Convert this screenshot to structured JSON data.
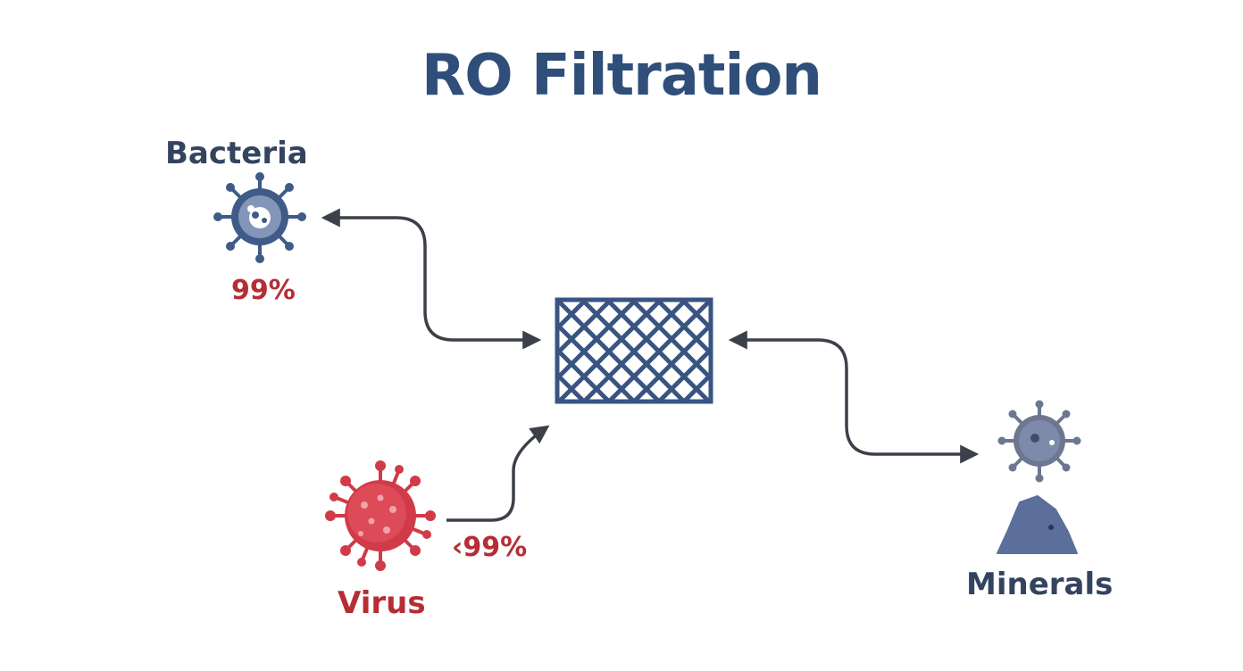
{
  "title": "RO Filtration",
  "nodes": {
    "bacteria": {
      "label": "Bacteria",
      "removal": "99%",
      "icon": "bacteria-icon"
    },
    "virus": {
      "label": "Virus",
      "removal": "‹99%",
      "icon": "virus-icon"
    },
    "minerals": {
      "label": "Minerals",
      "icons": [
        "particle-icon",
        "rock-icon"
      ]
    },
    "membrane": {
      "icon": "mesh-filter-icon"
    }
  },
  "colors": {
    "title": "#2f4f7a",
    "bacteria": "#3f5b87",
    "virus": "#d13a48",
    "percent": "#b62d35",
    "minerals": "#5b6f9a",
    "mesh": "#3a5482",
    "arrow": "#3c4048"
  }
}
